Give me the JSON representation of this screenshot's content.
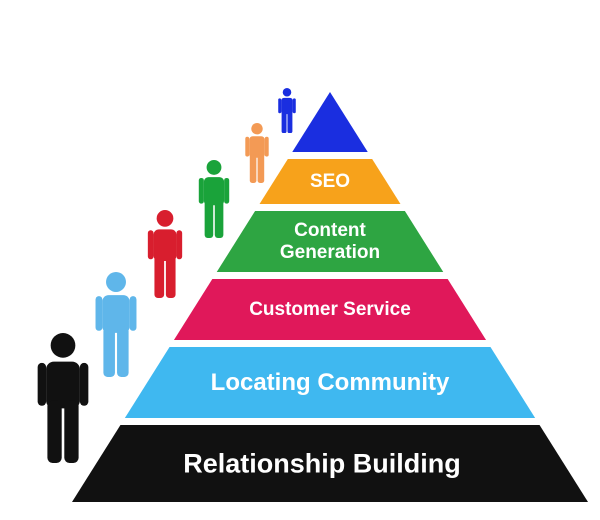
{
  "pyramid": {
    "apex": {
      "color": "#1a2ee0"
    },
    "tiers": [
      {
        "lines": [
          "SEO"
        ],
        "color": "#f7a21b",
        "text_color": "#ffffff"
      },
      {
        "lines": [
          "Content",
          "Generation"
        ],
        "color": "#2ea542",
        "text_color": "#ffffff"
      },
      {
        "lines": [
          "Customer Service"
        ],
        "color": "#e0185a",
        "text_color": "#ffffff"
      },
      {
        "lines": [
          "Locating Community"
        ],
        "color": "#3fb8f0",
        "text_color": "#ffffff"
      },
      {
        "lines": [
          "Relationship Building"
        ],
        "color": "#111111",
        "text_color": "#ffffff"
      }
    ]
  },
  "people": [
    {
      "color": "#1a2ee0",
      "icon": "person-icon"
    },
    {
      "color": "#f39a55",
      "icon": "person-icon"
    },
    {
      "color": "#1aa33a",
      "icon": "person-icon"
    },
    {
      "color": "#d81e2e",
      "icon": "person-icon"
    },
    {
      "color": "#5fb6ea",
      "icon": "person-icon"
    },
    {
      "color": "#111111",
      "icon": "person-icon"
    }
  ]
}
